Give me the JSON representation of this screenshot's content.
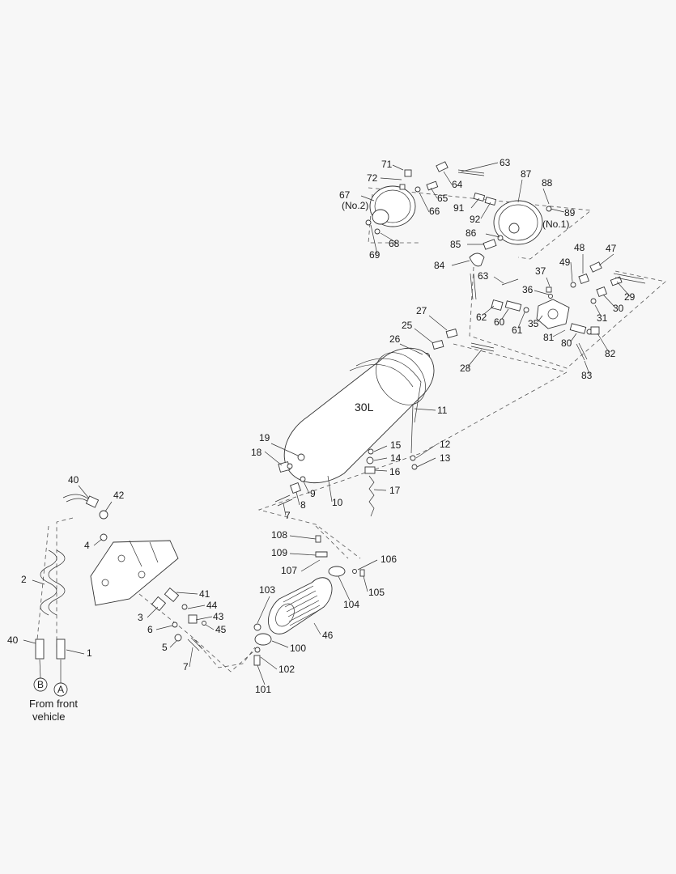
{
  "tank": {
    "capacity_label": "30L"
  },
  "chamber_notes": {
    "left": "(No.2)",
    "right": "(No.1)"
  },
  "connectors": {
    "a": "A",
    "b": "B"
  },
  "source_note": {
    "line1": "From front",
    "line2": "vehicle"
  },
  "callouts": [
    "71",
    "72",
    "64",
    "63",
    "67",
    "65",
    "66",
    "87",
    "88",
    "91",
    "92",
    "89",
    "86",
    "68",
    "69",
    "85",
    "84",
    "48",
    "47",
    "49",
    "37",
    "63",
    "36",
    "29",
    "62",
    "60",
    "61",
    "35",
    "30",
    "31",
    "81",
    "80",
    "82",
    "83",
    "27",
    "25",
    "26",
    "28",
    "11",
    "19",
    "18",
    "15",
    "14",
    "12",
    "13",
    "16",
    "17",
    "9",
    "8",
    "10",
    "7",
    "40",
    "42",
    "4",
    "108",
    "109",
    "106",
    "107",
    "105",
    "104",
    "2",
    "41",
    "44",
    "43",
    "3",
    "6",
    "45",
    "103",
    "46",
    "5",
    "7",
    "100",
    "102",
    "40",
    "1",
    "101"
  ]
}
